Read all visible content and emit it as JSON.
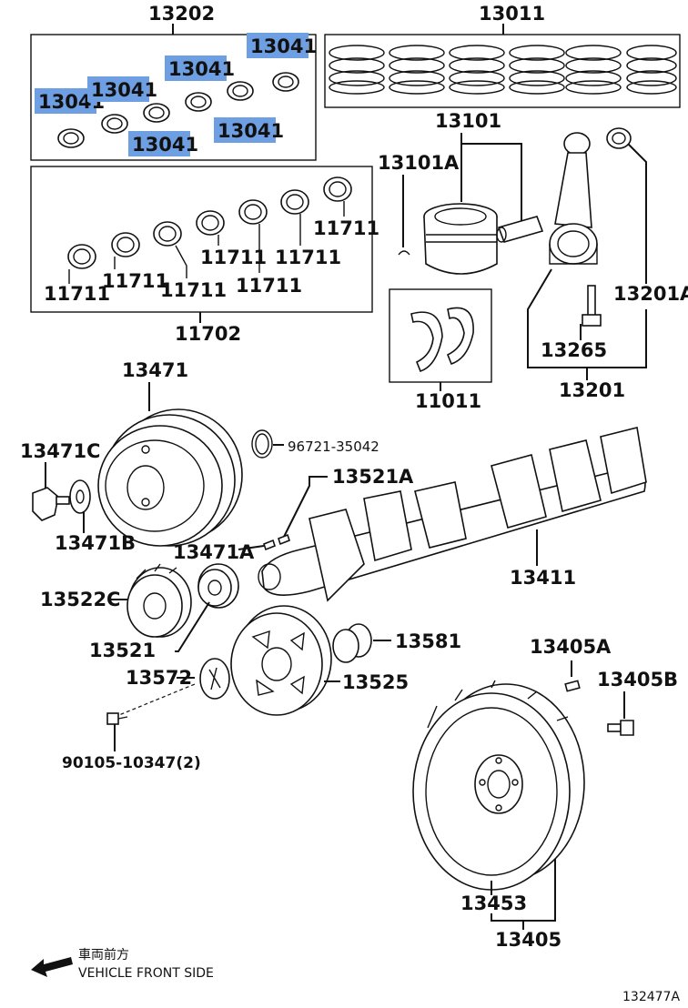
{
  "diagram": {
    "labels": {
      "l13202": "13202",
      "l13011": "13011",
      "l13101": "13101",
      "l13101A": "13101A",
      "l13201A": "13201A",
      "l13265": "13265",
      "l13201": "13201",
      "l11011": "11011",
      "l11702": "11702",
      "l13471": "13471",
      "l96721": "96721-35042",
      "l13471C": "13471C",
      "l13521A": "13521A",
      "l13471B": "13471B",
      "l13471A": "13471A",
      "l13411": "13411",
      "l13522C": "13522C",
      "l13521": "13521",
      "l13581": "13581",
      "l13572": "13572",
      "l13525": "13525",
      "l13405A": "13405A",
      "l13405B": "13405B",
      "l90105": "90105-10347(2)",
      "l13453": "13453",
      "l13405": "13405",
      "direction_jp": "車両前方",
      "direction_en": "VEHICLE FRONT SIDE",
      "figure_code": "132477A"
    },
    "bearing_labels_11711": [
      "11711",
      "11711",
      "11711",
      "11711",
      "11711",
      "11711",
      "11711"
    ],
    "highlighted_labels_13041": [
      "13041",
      "13041",
      "13041",
      "13041",
      "13041",
      "13041"
    ],
    "highlight_color": "#6f9fe3"
  }
}
